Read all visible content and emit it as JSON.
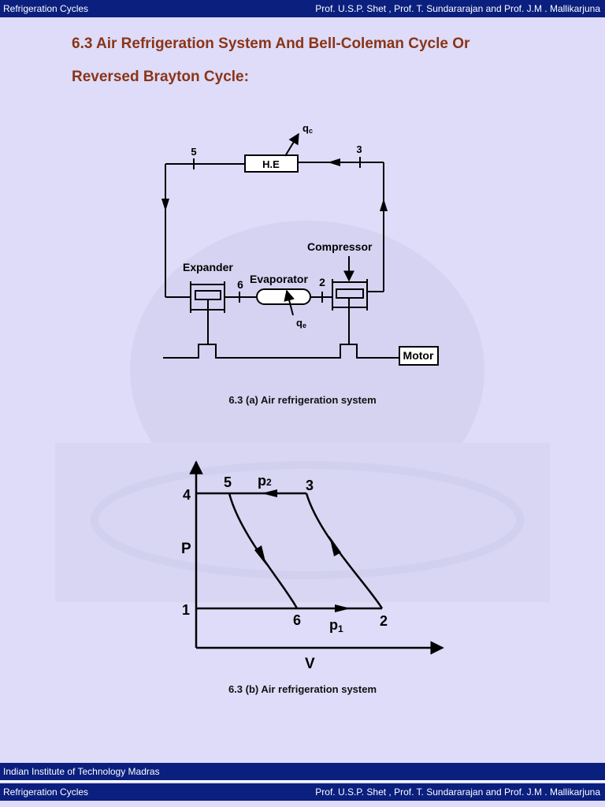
{
  "header": {
    "left": "Refrigeration Cycles",
    "right": "Prof. U.S.P. Shet , Prof. T. Sundararajan and Prof. J.M . Mallikarjuna"
  },
  "title": {
    "line1": "6.3 Air Refrigeration System And Bell-Coleman Cycle Or",
    "line2": "Reversed Brayton Cycle:"
  },
  "system_diagram": {
    "heat_exchanger": "H.E",
    "heat_rejected": "q",
    "heat_rejected_sub": "c",
    "heat_absorbed": "q",
    "heat_absorbed_sub": "e",
    "expander": "Expander",
    "evaporator": "Evaporator",
    "compressor": "Compressor",
    "motor": "Motor",
    "state_5": "5",
    "state_3": "3",
    "state_6": "6",
    "state_2": "2",
    "caption": "6.3 (a) Air refrigeration system"
  },
  "pv_diagram": {
    "y_label": "P",
    "x_label": "V",
    "tick_4": "4",
    "tick_1": "1",
    "point_5": "5",
    "point_3": "3",
    "point_6": "6",
    "point_2": "2",
    "p_high": "p",
    "p_high_sub": "2",
    "p_low": "p",
    "p_low_sub": "1",
    "caption": "6.3 (b) Air refrigeration system"
  },
  "footer": {
    "institute": "Indian Institute of Technology Madras",
    "left": "Refrigeration Cycles",
    "right": "Prof. U.S.P. Shet , Prof. T. Sundararajan and Prof. J.M . Mallikarjuna"
  },
  "colors": {
    "bar": "#0a1f7e",
    "title": "#8a3418",
    "background": "#dedcf8"
  }
}
